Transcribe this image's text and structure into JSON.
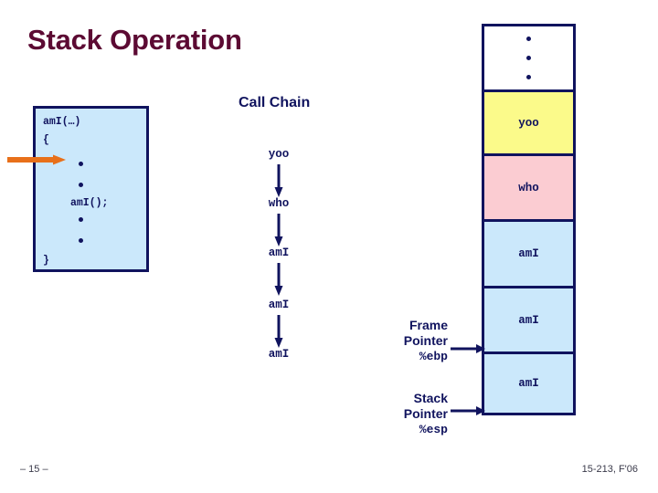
{
  "slide": {
    "title": "Stack Operation",
    "title_color": "#5c0a33",
    "accent_color": "#10135e",
    "arrow_color": "#e8701a",
    "background": "#ffffff"
  },
  "code_box": {
    "fill_color": "#cbe8fb",
    "border_color": "#10135e",
    "lines": {
      "signature": "amI(…)",
      "open_brace": "{",
      "call": "amI();",
      "close_brace": "}"
    },
    "dot_count_before_call": 2,
    "dot_count_after_call": 2,
    "pointer_arrow": {
      "name": "current-execution-arrow",
      "color": "#e8701a",
      "direction": "right"
    }
  },
  "call_chain": {
    "title": "Call Chain",
    "items": [
      {
        "label": "yoo"
      },
      {
        "label": "who"
      },
      {
        "label": "amI"
      },
      {
        "label": "amI"
      },
      {
        "label": "amI"
      }
    ],
    "arrow_direction": "down",
    "arrow_color": "#10135e"
  },
  "stack": {
    "border_color": "#10135e",
    "frames": [
      {
        "label": "",
        "color": "#ffffff",
        "is_dots": true,
        "dots": 3
      },
      {
        "label": "yoo",
        "color": "#fbfa8a",
        "is_dots": false
      },
      {
        "label": "who",
        "color": "#fbccd2",
        "is_dots": false
      },
      {
        "label": "amI",
        "color": "#cbe8fb",
        "is_dots": false
      },
      {
        "label": "amI",
        "color": "#cbe8fb",
        "is_dots": false
      },
      {
        "label": "amI",
        "color": "#cbe8fb",
        "is_dots": false
      }
    ]
  },
  "pointers": {
    "frame_pointer": {
      "line1": "Frame",
      "line2": "Pointer",
      "register": "%ebp"
    },
    "stack_pointer": {
      "line1": "Stack",
      "line2": "Pointer",
      "register": "%esp"
    }
  },
  "footer": {
    "left": "– 15 –",
    "right": "15-213, F'06"
  }
}
